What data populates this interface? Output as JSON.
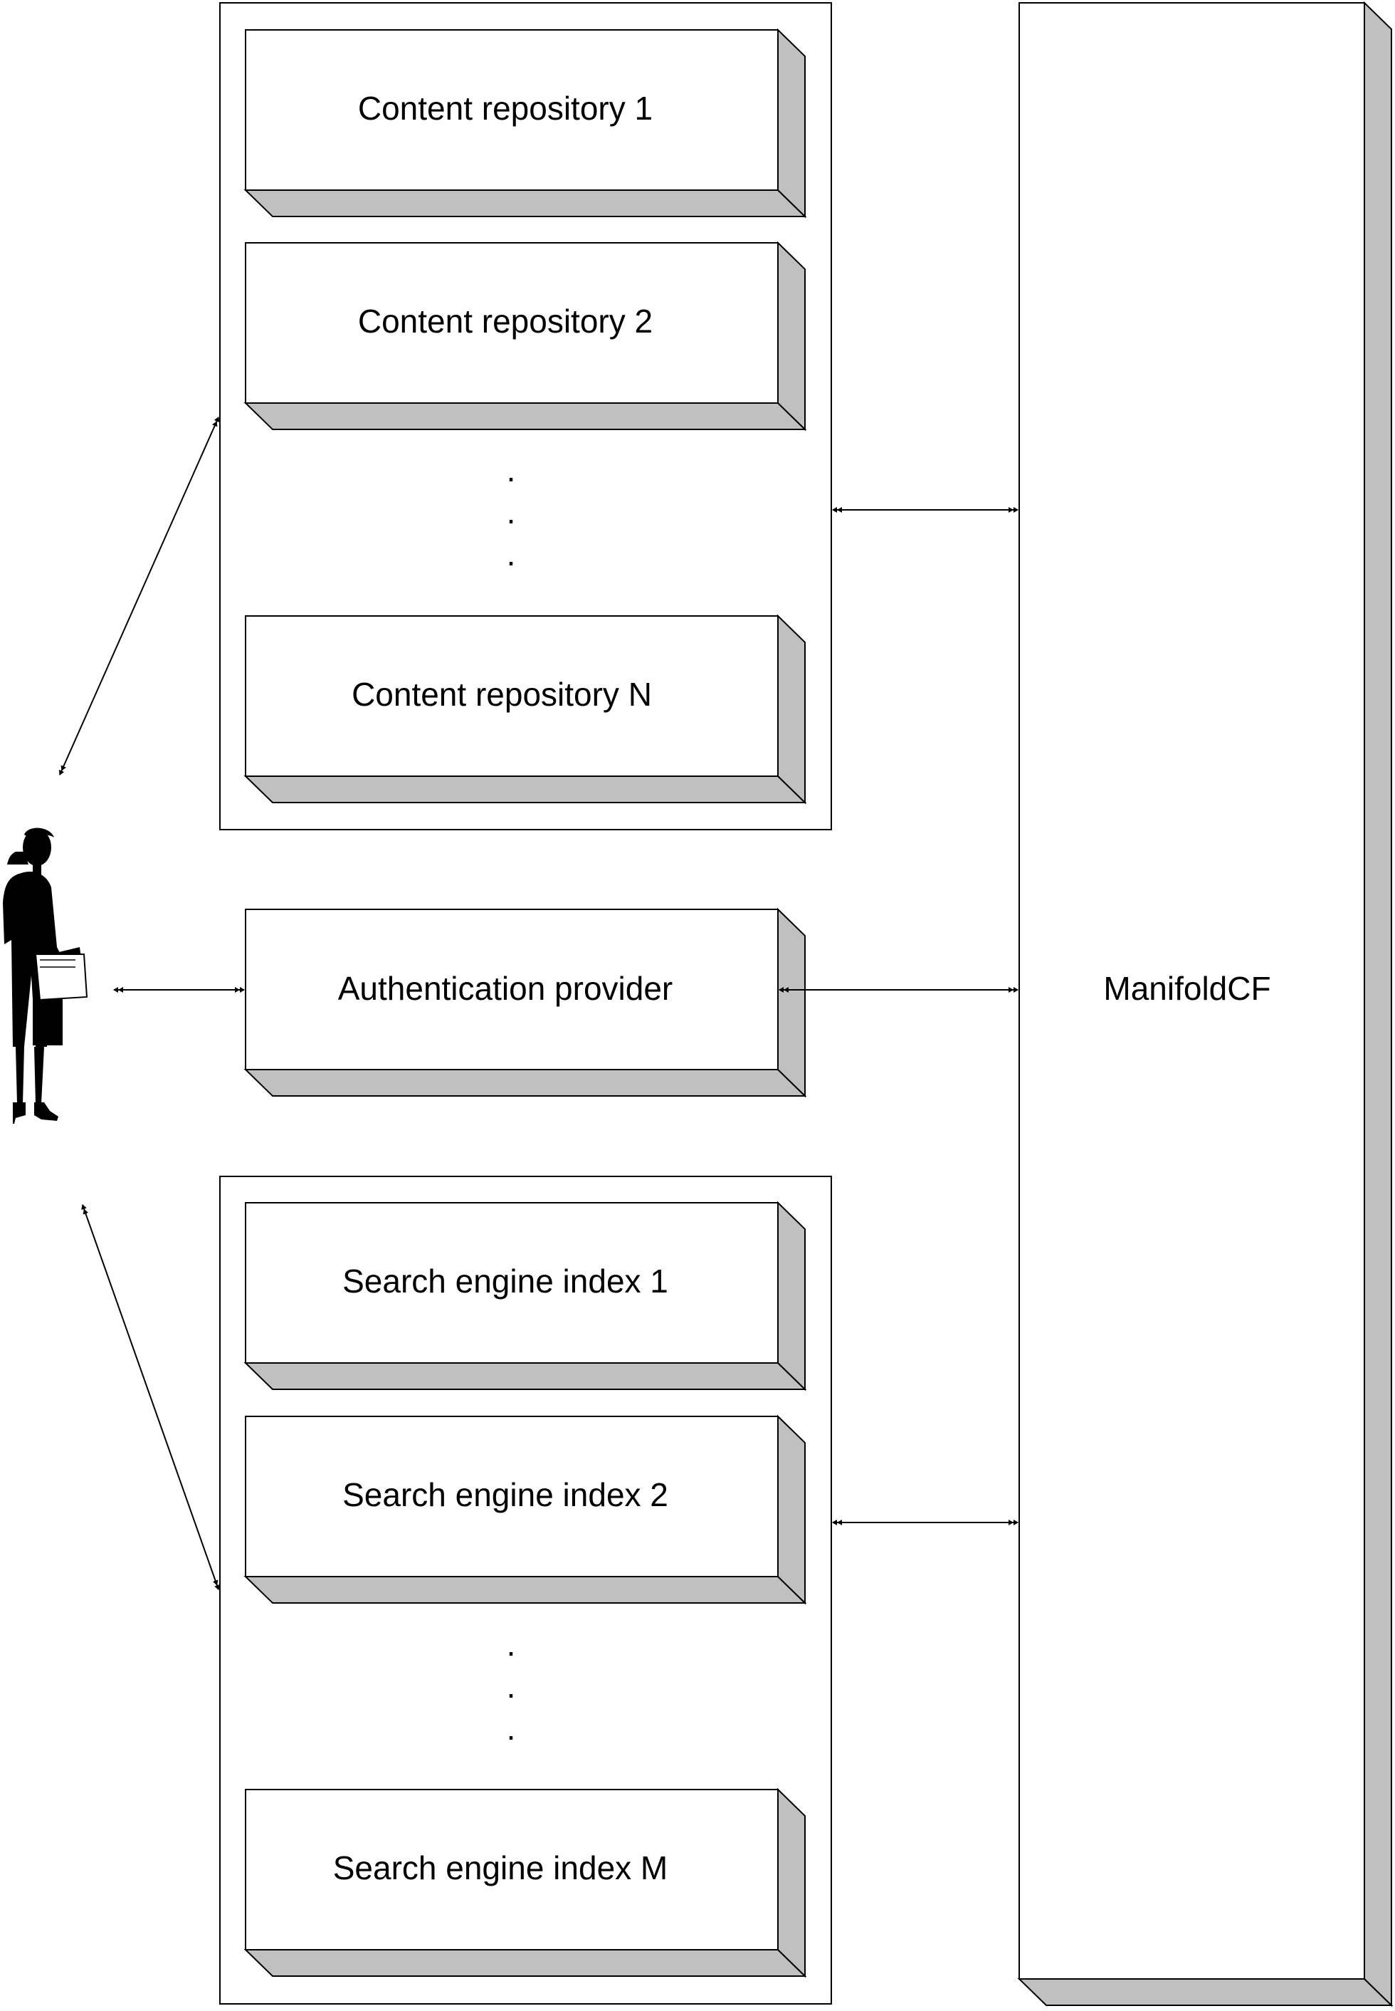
{
  "diagram": {
    "content_repositories": [
      "Content repository 1",
      "Content repository 2",
      "Content repository N"
    ],
    "authentication_provider": "Authentication provider",
    "search_indexes": [
      "Search engine index 1",
      "Search engine index 2",
      "Search engine index M"
    ],
    "manifold_label": "ManifoldCF",
    "ellipsis": "."
  },
  "colors": {
    "face": "#ffffff",
    "shade": "#c0c0c0",
    "stroke": "#000000"
  },
  "icons": {
    "user": "person-silhouette-icon",
    "arrowhead": "double-arrowhead-icon"
  }
}
